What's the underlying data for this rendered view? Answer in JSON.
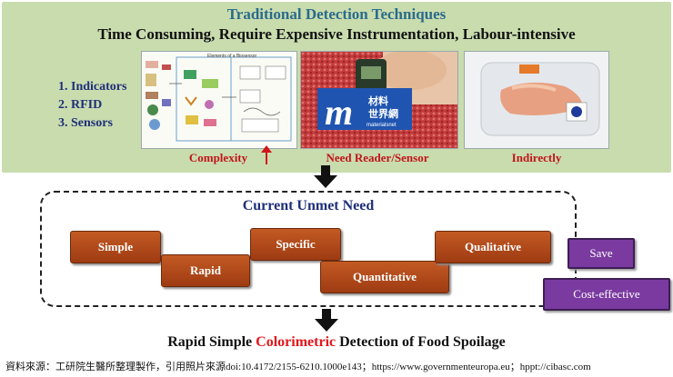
{
  "top": {
    "title": "Traditional Detection Techniques",
    "subtitle": "Time Consuming, Require Expensive Instrumentation, Labour-intensive",
    "bullets": [
      "1. Indicators",
      "2. RFID",
      "3. Sensors"
    ],
    "biosensor_label": "Elements of a Biosensor",
    "captions": {
      "left": "Complexity",
      "middle": "Need Reader/Sensor",
      "right": "Indirectly"
    },
    "watermark": {
      "chars": "材料",
      "chars2": "世界網",
      "sub": "materialsnet"
    }
  },
  "need": {
    "title": "Current Unmet Need",
    "items": {
      "simple": "Simple",
      "rapid": "Rapid",
      "specific": "Specific",
      "quantitative": "Quantitative",
      "qualitative": "Qualitative"
    },
    "side": {
      "save": "Save",
      "cost": "Cost-effective"
    }
  },
  "result": {
    "before": "Rapid Simple ",
    "highlight": "Colorimetric",
    "after": " Detection of Food Spoilage"
  },
  "source": "資料來源：工研院生醫所整理製作，引用照片來源doi:10.4172/2155-6210.1000e143；https://www.governmenteuropa.eu；hppt://cibasc.com",
  "colors": {
    "panel": "#c9dcae",
    "title": "#2a6b8c",
    "accent_red": "#e3161b",
    "box_brown": "#b24a1b",
    "box_purple": "#7a3aa0"
  }
}
